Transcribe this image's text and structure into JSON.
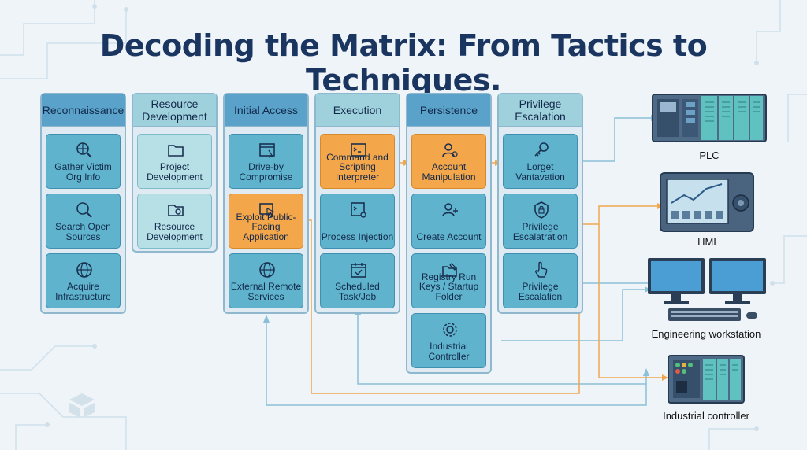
{
  "title": "Decoding the Matrix: From Tactics to Techniques.",
  "tactics": [
    {
      "name": "Reconnaissance",
      "techniques": [
        {
          "label": "Gather Victim Org Info",
          "icon": "search-globe-icon"
        },
        {
          "label": "Search Open Sources",
          "icon": "magnifier-icon"
        },
        {
          "label": "Acquire Infrastructure",
          "icon": "globe-icon"
        }
      ]
    },
    {
      "name": "Resource Development",
      "techniques": [
        {
          "label": "Project Development",
          "icon": "folder-icon"
        },
        {
          "label": "Resource Development",
          "icon": "folder-gear-icon"
        }
      ]
    },
    {
      "name": "Initial Access",
      "techniques": [
        {
          "label": "Drive-by Compromise",
          "icon": "browser-icon"
        },
        {
          "label": "Exploit Public-Facing Application",
          "icon": "cursor-window-icon"
        },
        {
          "label": "External Remote Services",
          "icon": "globe-icon"
        }
      ]
    },
    {
      "name": "Execution",
      "techniques": [
        {
          "label": "Command and Scripting Interpreter",
          "icon": "terminal-icon"
        },
        {
          "label": "Process Injection",
          "icon": "terminal-gear-icon"
        },
        {
          "label": "Scheduled Task/Job",
          "icon": "calendar-check-icon"
        }
      ]
    },
    {
      "name": "Persistence",
      "techniques": [
        {
          "label": "Account Manipulation",
          "icon": "user-plus-icon"
        },
        {
          "label": "Create Account",
          "icon": "user-add-icon"
        },
        {
          "label": "Registry Run Keys / Startup Folder",
          "icon": "folder-edit-icon"
        },
        {
          "label": "Industrial Controller",
          "icon": "gear-icon"
        }
      ]
    },
    {
      "name": "Privilege Escalation",
      "techniques": [
        {
          "label": "Lorget Vantavation",
          "icon": "key-icon"
        },
        {
          "label": "Privilege Escalatration",
          "icon": "shield-lock-icon"
        },
        {
          "label": "Privilege Escalation",
          "icon": "hand-pointer-icon"
        }
      ]
    }
  ],
  "devices": {
    "plc": "PLC",
    "hmi": "HMI",
    "workstation": "Engineering workstation",
    "controller": "Industrial controller"
  },
  "colors": {
    "title": "#1a3560",
    "card": "#5fb3cc",
    "card_light": "#b7e0e6",
    "highlight": "#f4a64b",
    "connector_blue": "#8cc0d8",
    "connector_orange": "#f0a850"
  }
}
